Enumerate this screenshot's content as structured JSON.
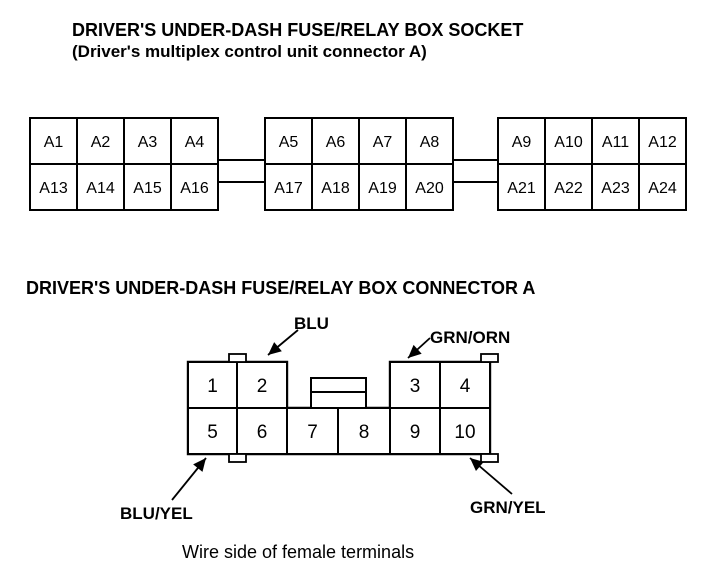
{
  "socket": {
    "title": "DRIVER'S UNDER-DASH FUSE/RELAY BOX SOCKET",
    "subtitle": "(Driver's multiplex control unit connector A)",
    "groups": [
      {
        "top": [
          "A1",
          "A2",
          "A3",
          "A4"
        ],
        "bottom": [
          "A13",
          "A14",
          "A15",
          "A16"
        ]
      },
      {
        "top": [
          "A5",
          "A6",
          "A7",
          "A8"
        ],
        "bottom": [
          "A17",
          "A18",
          "A19",
          "A20"
        ]
      },
      {
        "top": [
          "A9",
          "A10",
          "A11",
          "A12"
        ],
        "bottom": [
          "A21",
          "A22",
          "A23",
          "A24"
        ]
      }
    ]
  },
  "connector": {
    "title": "DRIVER'S UNDER-DASH FUSE/RELAY BOX CONNECTOR A",
    "pins": [
      "1",
      "2",
      "3",
      "4",
      "5",
      "6",
      "7",
      "8",
      "9",
      "10"
    ],
    "wires": {
      "pin2": "BLU",
      "pin3": "GRN/ORN",
      "pin5": "BLU/YEL",
      "pin10": "GRN/YEL"
    },
    "caption": "Wire side of female terminals"
  }
}
